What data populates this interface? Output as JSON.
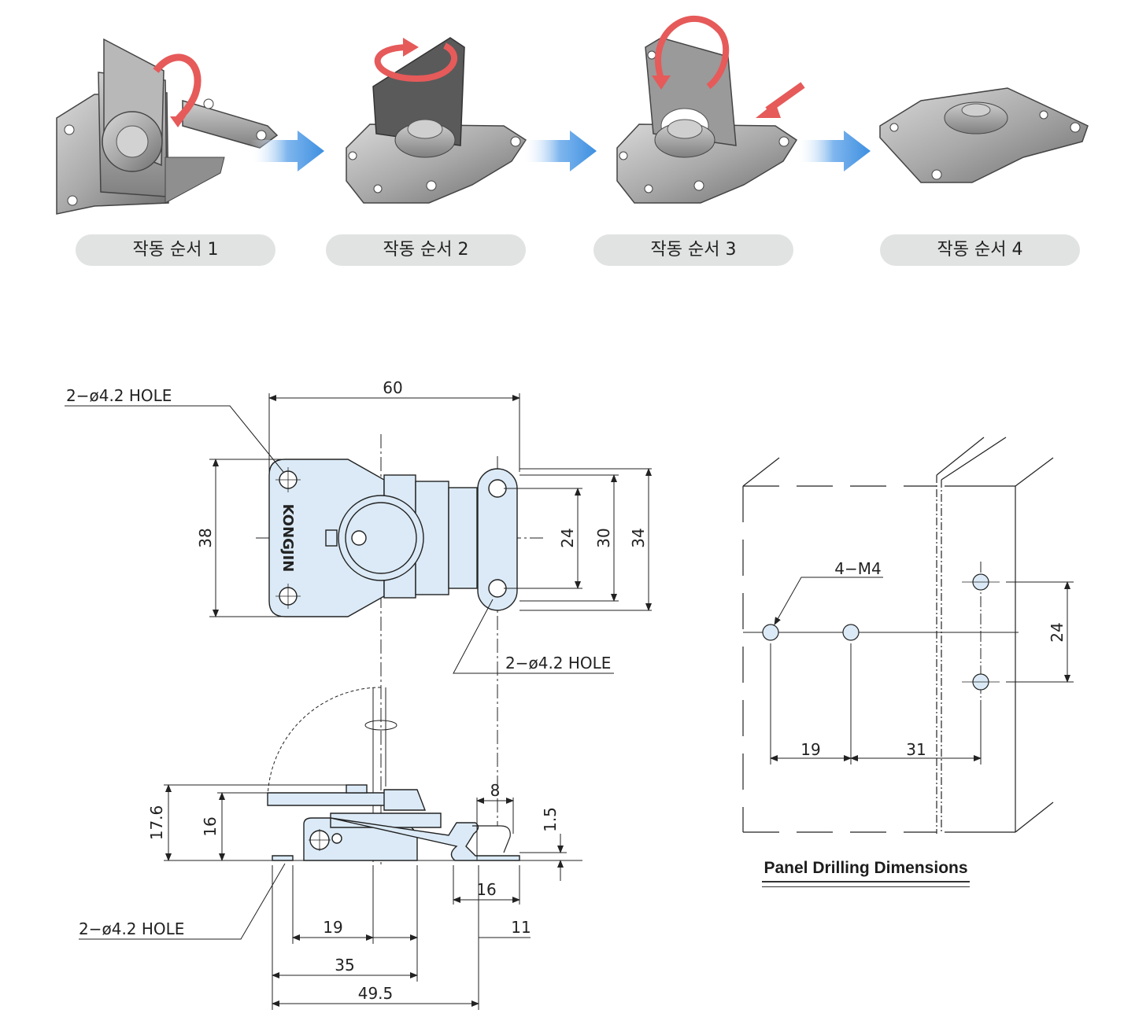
{
  "steps": [
    {
      "label": "작동 순서 1"
    },
    {
      "label": "작동 순서 2"
    },
    {
      "label": "작동 순서 3"
    },
    {
      "label": "작동 순서 4"
    }
  ],
  "top_view": {
    "width_dim": "60",
    "height_dim": "38",
    "dim_24": "24",
    "dim_30": "30",
    "dim_34": "34",
    "hole_note_left": "2−ø4.2 HOLE",
    "hole_note_right": "2−ø4.2 HOLE",
    "brand": "KONGJIN"
  },
  "side_view": {
    "dim_17_6": "17.6",
    "dim_16_v": "16",
    "dim_8": "8",
    "dim_1_5": "1.5",
    "dim_16_h": "16",
    "dim_19": "19",
    "dim_11": "11",
    "dim_35": "35",
    "dim_49_5": "49.5",
    "hole_note": "2−ø4.2 HOLE"
  },
  "panel": {
    "m4_note": "4−M4",
    "dim_24": "24",
    "dim_19": "19",
    "dim_31": "31",
    "caption": "Panel Drilling Dimensions"
  },
  "colors": {
    "part_fill": "#dbeaf6",
    "arrow_blue": "#3d8fe0",
    "rotation_red": "#e65a5a",
    "pill_bg": "#e1e2e2"
  }
}
